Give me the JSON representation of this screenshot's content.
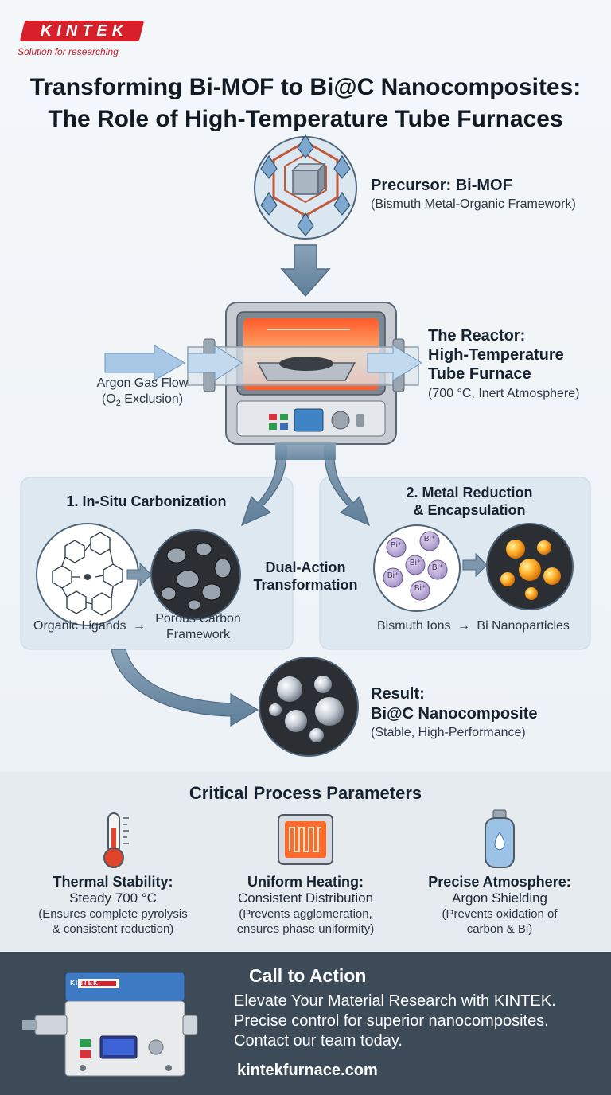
{
  "brand": {
    "logo_text": "KINTEK",
    "tagline": "Solution for researching"
  },
  "title": {
    "line1": "Transforming Bi-MOF to Bi@C Nanocomposites:",
    "line2": "The Role of High-Temperature Tube Furnaces"
  },
  "precursor": {
    "label": "Precursor: Bi-MOF",
    "sub": "(Bismuth Metal-Organic Framework)"
  },
  "reactor": {
    "label_line1": "The Reactor:",
    "label_line2": "High-Temperature",
    "label_line3": "Tube Furnace",
    "sub": "(700 °C, Inert Atmosphere)"
  },
  "argon": {
    "line1": "Argon Gas Flow",
    "line2_pre": "(O",
    "line2_sub": "2",
    "line2_post": " Exclusion)"
  },
  "panel_carbonization": {
    "title": "1. In-Situ Carbonization",
    "left_label": "Organic Ligands",
    "arrow": "→",
    "right_label_line1": "Porous Carbon",
    "right_label_line2": "Framework"
  },
  "dual_action": {
    "line1": "Dual-Action",
    "line2": "Transformation"
  },
  "panel_reduction": {
    "title_line1": "2. Metal Reduction",
    "title_line2": "& Encapsulation",
    "left_label": "Bismuth Ions",
    "arrow": "→",
    "right_label": "Bi Nanoparticles",
    "ion_label": "Bi⁺"
  },
  "result": {
    "line1": "Result:",
    "line2": "Bi@C Nanocomposite",
    "sub": "(Stable, High-Performance)"
  },
  "parameters": {
    "heading": "Critical Process Parameters",
    "items": [
      {
        "icon": "thermometer-icon",
        "title": "Thermal Stability:",
        "sub": "Steady 700 °C",
        "note1": "(Ensures complete pyrolysis",
        "note2": "& consistent reduction)"
      },
      {
        "icon": "heating-element-icon",
        "title": "Uniform Heating:",
        "sub": "Consistent Distribution",
        "note1": "(Prevents agglomeration,",
        "note2": "ensures phase uniformity)"
      },
      {
        "icon": "gas-cylinder-icon",
        "title": "Precise Atmosphere:",
        "sub": "Argon Shielding",
        "note1": "(Prevents oxidation of",
        "note2": "carbon & Bi)"
      }
    ]
  },
  "cta": {
    "heading": "Call to Action",
    "line1": "Elevate Your Material Research with KINTEK.",
    "line2": "Precise control for superior nanocomposites.",
    "line3": "Contact our team today.",
    "url": "kintekfurnace.com",
    "product_logo": "KINTEK"
  },
  "colors": {
    "brand_red": "#d8202b",
    "arrow_blue": "#6f8ca5",
    "panel_bg": "#dde8f0",
    "cta_bg": "#3d4b59",
    "furnace_glow": "#ff7a3a"
  }
}
